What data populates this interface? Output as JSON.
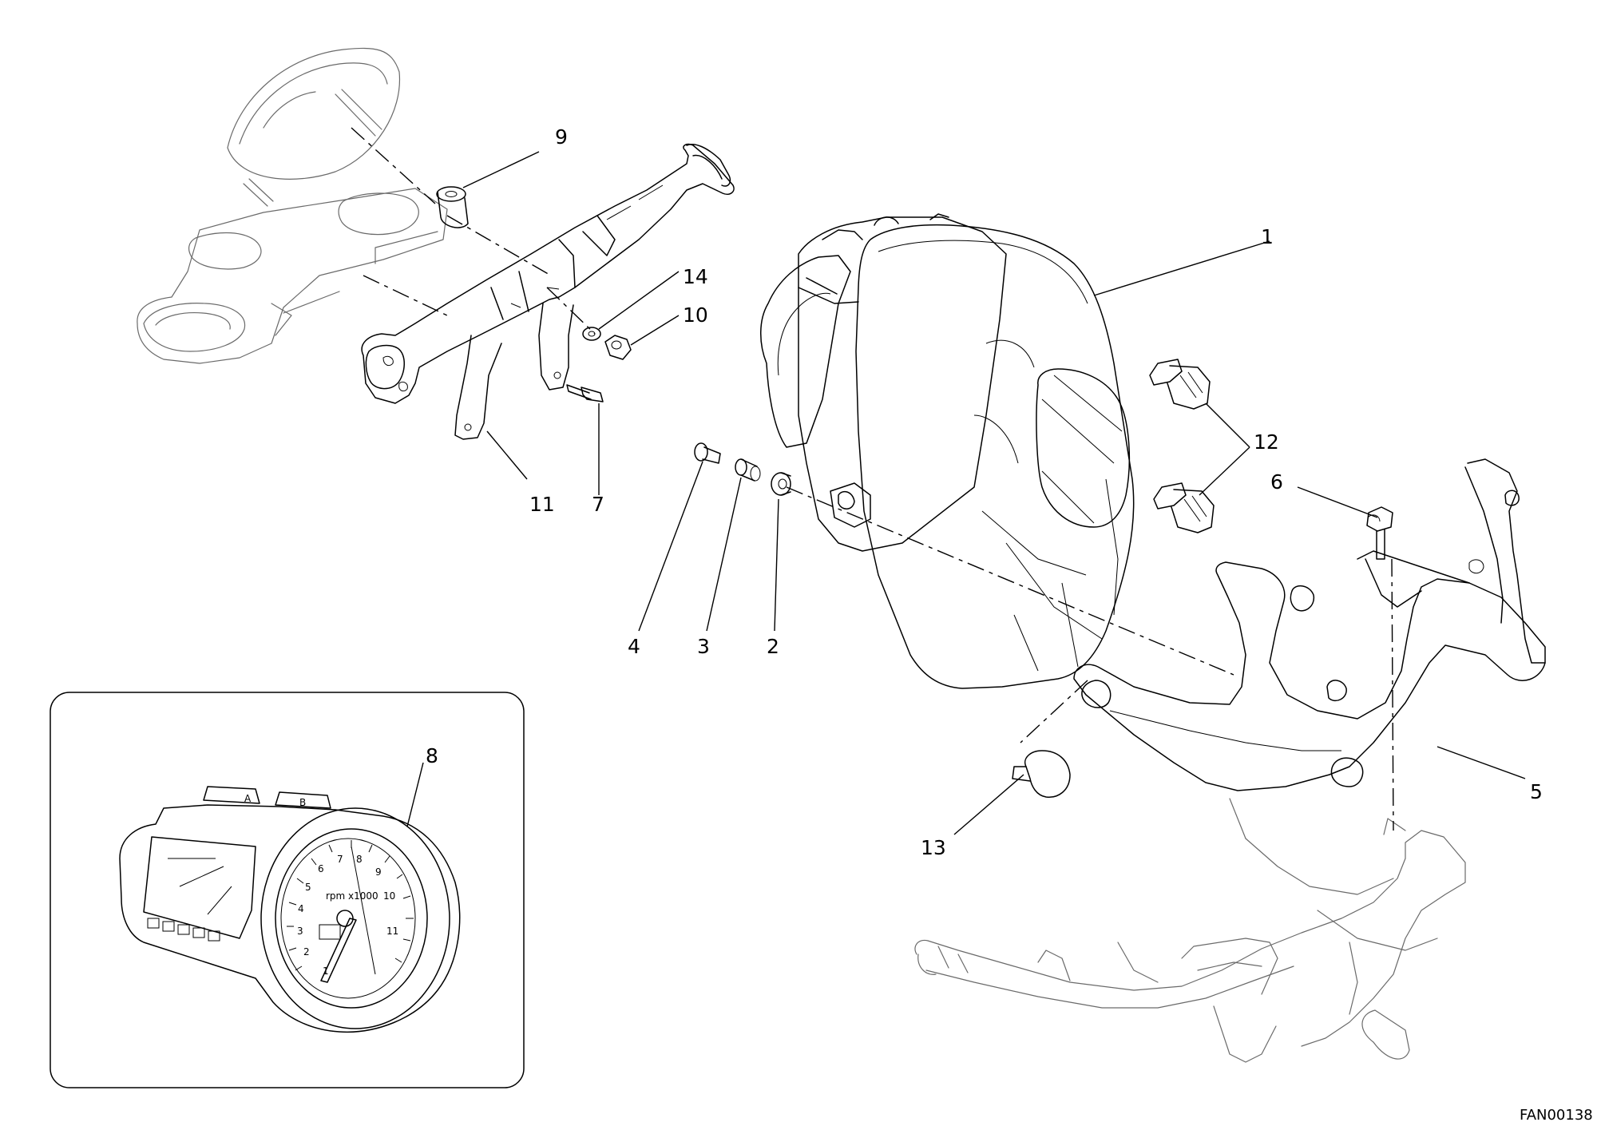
{
  "drawing_code": "FAN00138",
  "callouts": {
    "c1": "1",
    "c2": "2",
    "c3": "3",
    "c4": "4",
    "c5": "5",
    "c6": "6",
    "c7": "7",
    "c8": "8",
    "c9": "9",
    "c10": "10",
    "c11": "11",
    "c12": "12",
    "c13": "13",
    "c14": "14"
  },
  "instrument": {
    "button_a": "A",
    "button_b": "B",
    "scale": [
      "1",
      "2",
      "3",
      "4",
      "5",
      "6",
      "7",
      "8",
      "9",
      "10",
      "11"
    ],
    "unit": "rpm x1000"
  }
}
